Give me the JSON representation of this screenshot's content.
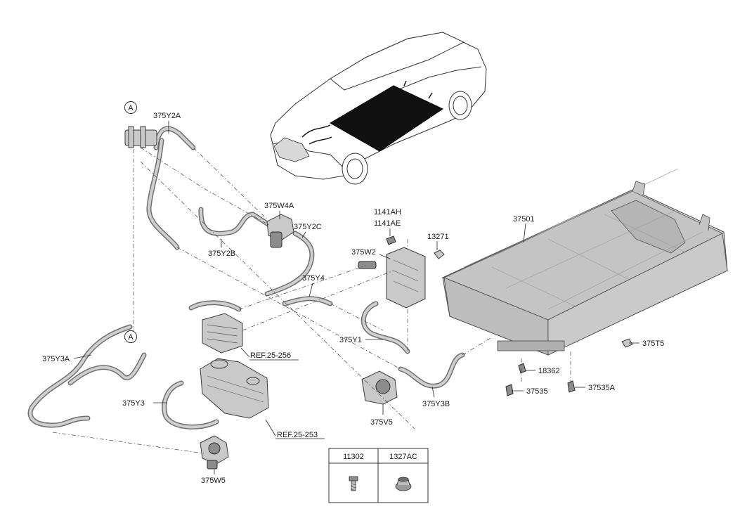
{
  "labels": {
    "a_top": "A",
    "a_mid": "A",
    "p375Y2A": "375Y2A",
    "p375W4A": "375W4A",
    "p375Y2C": "375Y2C",
    "p375Y2B": "375Y2B",
    "p375Y4": "375Y4",
    "p1141AH": "1141AH",
    "p1141AE": "1141AE",
    "p13271": "13271",
    "p375W2": "375W2",
    "p37501": "37501",
    "p375Y1": "375Y1",
    "p375Y3A": "375Y3A",
    "ref256": "REF.25-256",
    "p375T5": "375T5",
    "p18362": "18362",
    "p37535": "37535",
    "p37535A": "37535A",
    "p375Y3": "375Y3",
    "p375V5": "375V5",
    "p375Y3B": "375Y3B",
    "ref253": "REF.25-253",
    "p375W5": "375W5"
  },
  "legend": {
    "col1": "11302",
    "col2": "1327AC"
  }
}
